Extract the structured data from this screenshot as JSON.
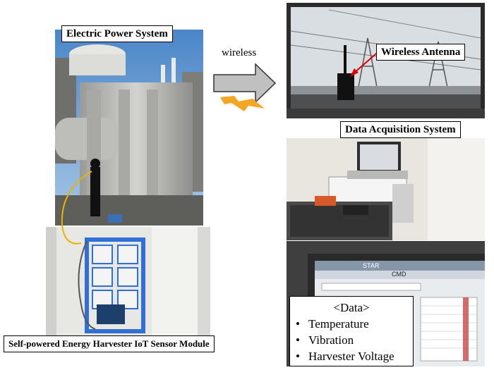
{
  "labels": {
    "electric_power_system": "Electric Power System",
    "wireless": "wireless",
    "wireless_antenna": "Wireless Antenna",
    "data_acquisition_system": "Data Acquisition System",
    "sensor_module": "Self-powered Energy Harvester IoT Sensor Module"
  },
  "data_panel": {
    "title": "<Data>",
    "items": [
      "Temperature",
      "Vibration",
      "Harvester Voltage"
    ]
  },
  "screen_text": {
    "brand": "STAR",
    "cmd": "CMD"
  },
  "colors": {
    "arrow_fill": "#c0c0c0",
    "lightning": "#f5a623",
    "cable": "#e8b400",
    "pointer_red": "#e00000",
    "sensor_frame": "#2f6fd6"
  }
}
